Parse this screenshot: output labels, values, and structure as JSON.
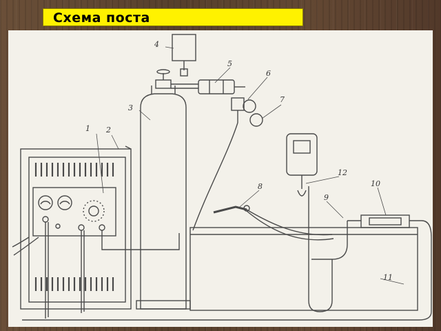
{
  "title": "Схема поста",
  "callouts": [
    {
      "label": "1"
    },
    {
      "label": "2"
    },
    {
      "label": "3"
    },
    {
      "label": "4"
    },
    {
      "label": "5"
    },
    {
      "label": "6"
    },
    {
      "label": "7"
    },
    {
      "label": "8"
    },
    {
      "label": "9"
    },
    {
      "label": "10"
    },
    {
      "label": "11"
    },
    {
      "label": "12"
    }
  ],
  "colors": {
    "title_bg": "#fff200",
    "background": "#5b4330",
    "scheme_bg": "#f3f1ea"
  }
}
